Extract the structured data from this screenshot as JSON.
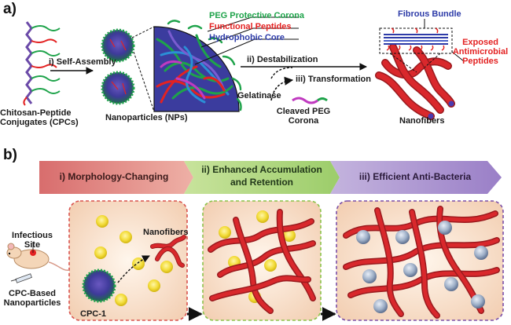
{
  "panel_a": {
    "letter": "a)",
    "conjugates": {
      "line1": "Chitosan-Peptide",
      "line2": "Conjugates (CPCs)"
    },
    "step_self_assembly": "i) Self-Assembly",
    "nanoparticles": "Nanoparticles (NPs)",
    "legend": {
      "peg": "PEG Protective Corona",
      "peptides": "Functional Peptides",
      "core": "Hydrophobic Core"
    },
    "step_destabilization": "ii) Destabilization",
    "step_transformation": "iii) Transformation",
    "gelatinase": "Gelatinase",
    "cleaved": {
      "line1": "Cleaved PEG",
      "line2": "Corona"
    },
    "fibrous_bundle": "Fibrous Bundle",
    "exposed": {
      "line1": "Exposed",
      "line2": "Antimicrobial",
      "line3": "Peptides"
    },
    "nanofibers": "Nanofibers"
  },
  "panel_b": {
    "letter": "b)",
    "stages": [
      {
        "label": "i) Morphology-Changing"
      },
      {
        "label_line1": "ii) Enhanced Accumulation",
        "label_line2": "and Retention"
      },
      {
        "label": "iii) Efficient Anti-Bacteria"
      }
    ],
    "infectious": {
      "line1": "Infectious",
      "line2": "Site"
    },
    "cpc_based": {
      "line1": "CPC-Based",
      "line2": "Nanoparticles"
    },
    "cpc1": "CPC-1",
    "nanofibers": "Nanofibers"
  },
  "colors": {
    "peg_green": "#1ea34a",
    "peptide_red": "#e32222",
    "core_blue": "#2d3ba8",
    "fiber_red": "#d9282c",
    "stage1": "#e9a3a3",
    "stage2": "#b6d98e",
    "stage3": "#b9a7d6",
    "box1_border": "#d9534f",
    "box2_border": "#8bc34a",
    "box3_border": "#7b4fa8"
  }
}
